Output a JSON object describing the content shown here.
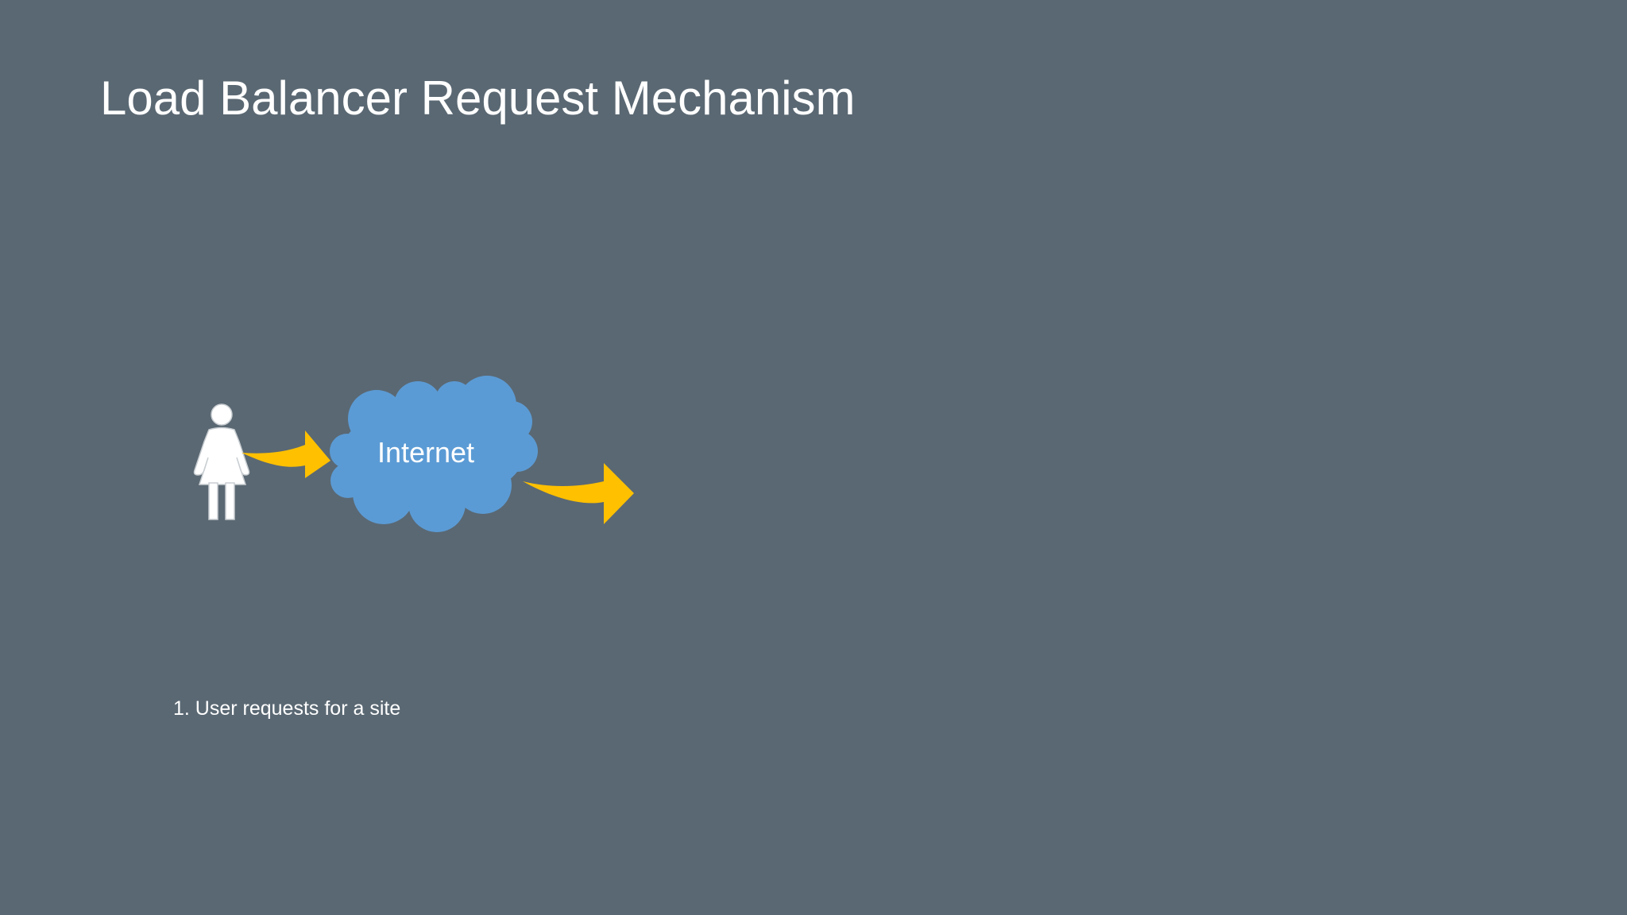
{
  "slide": {
    "title": "Load Balancer Request Mechanism"
  },
  "diagram": {
    "cloud_label": "Internet",
    "step_caption": "1. User requests for a site",
    "icons": [
      "user-icon",
      "arrow-icon",
      "cloud-icon"
    ]
  },
  "colors": {
    "background": "#5a6873",
    "cloud": "#5b9bd5",
    "arrow": "#ffc000",
    "text": "#ffffff"
  }
}
